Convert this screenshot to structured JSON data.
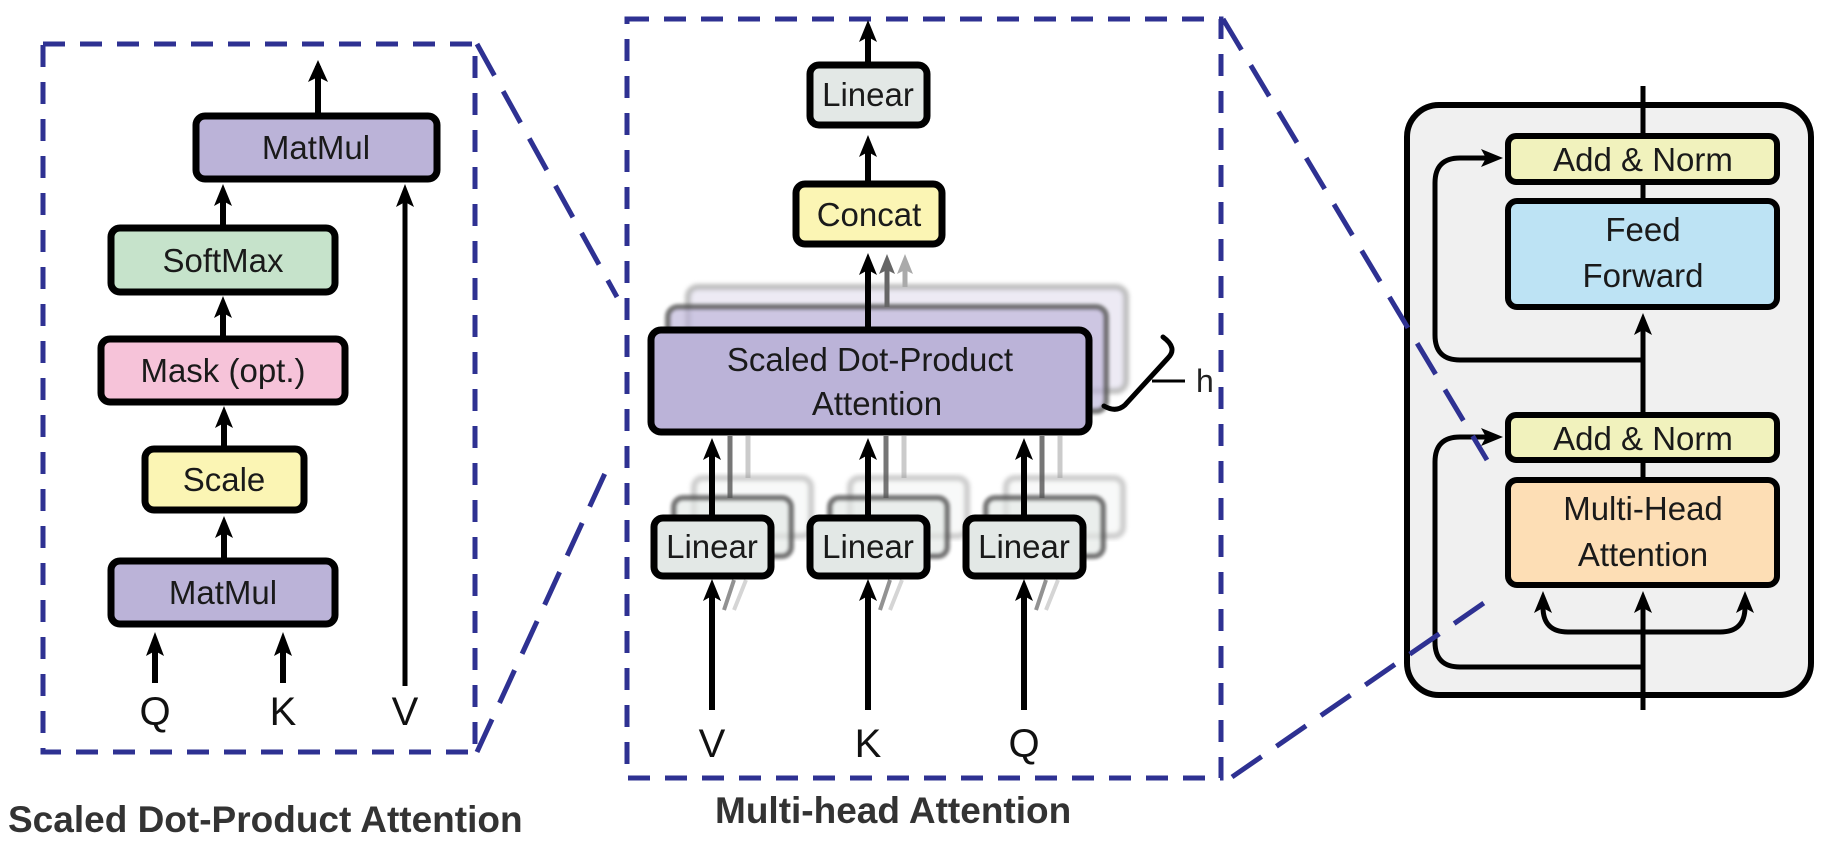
{
  "colors": {
    "dash": "#2e3192",
    "stroke": "#000000",
    "matmul": "#bbb3d8",
    "softmax": "#c6e3cb",
    "mask": "#f6c3d9",
    "scale": "#fbf5b4",
    "linear": "#e3e8e6",
    "concat": "#fbf5b4",
    "add_norm": "#f1f2bd",
    "feed_forward": "#bde3f4",
    "mha": "#fddeb5",
    "encoder_bg": "#f0f0f0"
  },
  "scaled_dot_product": {
    "caption": "Scaled Dot-Product Attention",
    "boxes": {
      "matmul_top": "MatMul",
      "softmax": "SoftMax",
      "mask": "Mask (opt.)",
      "scale": "Scale",
      "matmul_bottom": "MatMul"
    },
    "inputs": {
      "q": "Q",
      "k": "K",
      "v": "V"
    }
  },
  "multi_head": {
    "caption": "Multi-head Attention",
    "boxes": {
      "linear_out": "Linear",
      "concat": "Concat",
      "attention_line1": "Scaled Dot-Product",
      "attention_line2": "Attention",
      "linear_v": "Linear",
      "linear_k": "Linear",
      "linear_q": "Linear"
    },
    "heads_label": "h",
    "inputs": {
      "v": "V",
      "k": "K",
      "q": "Q"
    }
  },
  "encoder_block": {
    "add_norm_top": "Add & Norm",
    "feed_forward_line1": "Feed",
    "feed_forward_line2": "Forward",
    "add_norm_bottom": "Add & Norm",
    "mha_line1": "Multi-Head",
    "mha_line2": "Attention"
  }
}
